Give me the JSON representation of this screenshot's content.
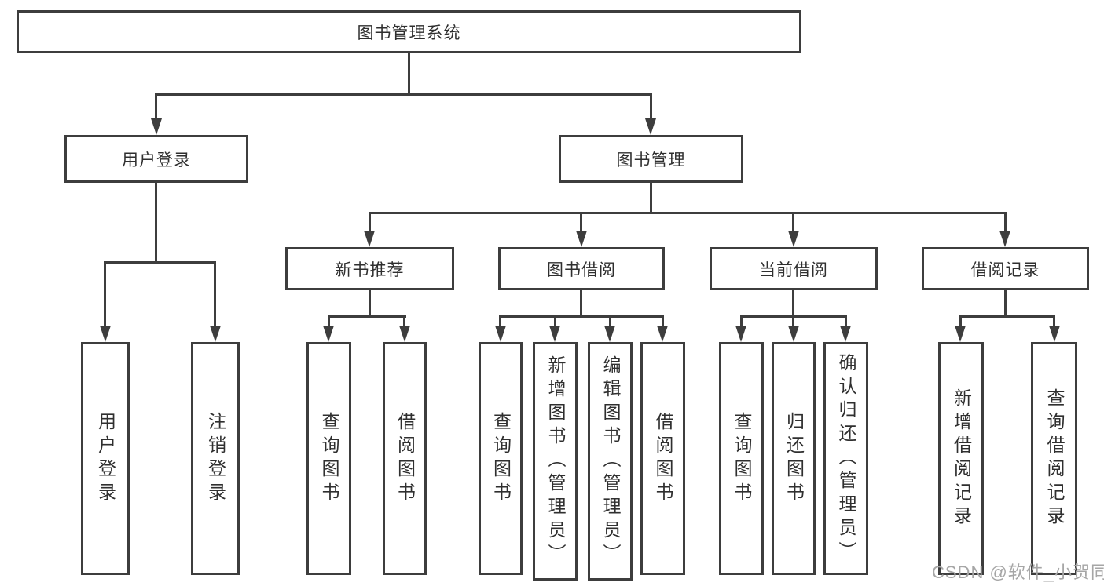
{
  "watermark": "CSDN @软件_小贺同学",
  "colors": {
    "line": "#3d3d3d",
    "text": "#2f2f2f",
    "watermark_text": "#a6a6a6",
    "background": "#ffffff"
  },
  "tree": {
    "label": "图书管理系统",
    "children": [
      {
        "label": "用户登录",
        "children": [
          {
            "label": "用户登录"
          },
          {
            "label": "注销登录"
          }
        ]
      },
      {
        "label": "图书管理",
        "children": [
          {
            "label": "新书推荐",
            "children": [
              {
                "label": "查询图书"
              },
              {
                "label": "借阅图书"
              }
            ]
          },
          {
            "label": "图书借阅",
            "children": [
              {
                "label": "查询图书"
              },
              {
                "label": "新增图书（管理员）"
              },
              {
                "label": "编辑图书（管理员）"
              },
              {
                "label": "借阅图书"
              }
            ]
          },
          {
            "label": "当前借阅",
            "children": [
              {
                "label": "查询图书"
              },
              {
                "label": "归还图书"
              },
              {
                "label": "确认归还（管理员）"
              }
            ]
          },
          {
            "label": "借阅记录",
            "children": [
              {
                "label": "新增借阅记录"
              },
              {
                "label": "查询借阅记录"
              }
            ]
          }
        ]
      }
    ]
  }
}
